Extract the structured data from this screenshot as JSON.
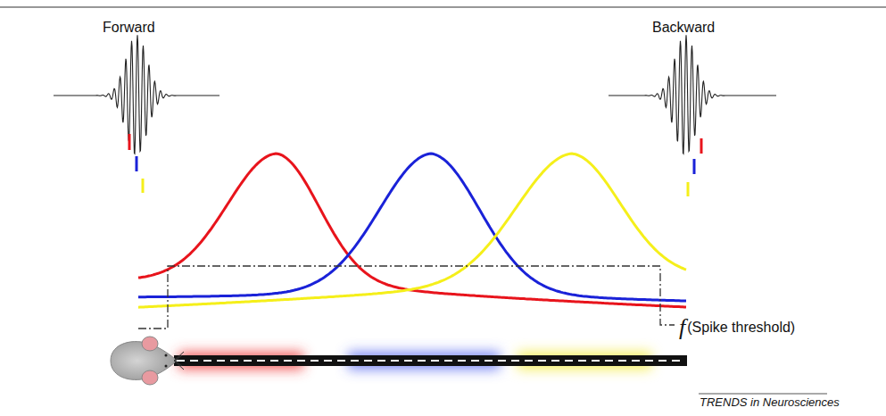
{
  "diagram": {
    "labels": [
      "Forward",
      "Backward",
      "f",
      "(Spike threshold)",
      "TRENDS in Neurosciences"
    ]
  }
}
